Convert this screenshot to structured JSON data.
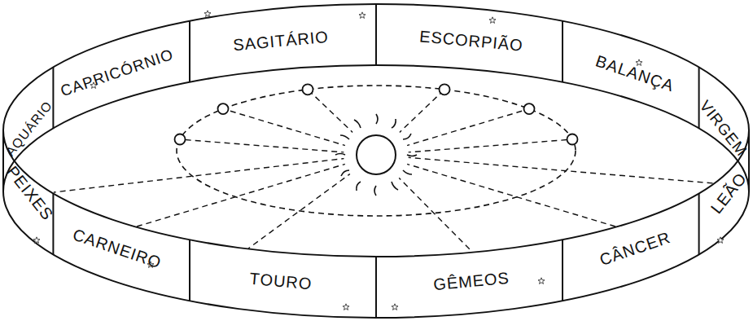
{
  "diagram": {
    "nodes": [
      {
        "text": [
          "AQUÁRIO"
        ]
      },
      {
        "text": [
          "CAPRICÓRNIO"
        ]
      },
      {
        "text": [
          "SAGITÁRIO"
        ]
      },
      {
        "text": [
          "ESCORPIÃO"
        ]
      },
      {
        "text": [
          "BALANÇA"
        ]
      },
      {
        "text": [
          "VIRGEM"
        ]
      },
      {
        "text": [
          "PEIXES"
        ]
      },
      {
        "text": [
          "CARNEIRO"
        ]
      },
      {
        "text": [
          "TOURO"
        ]
      },
      {
        "text": [
          "GÊMEOS"
        ]
      },
      {
        "text": [
          "CÂNCER"
        ]
      },
      {
        "text": [
          "LEÃO"
        ]
      }
    ]
  }
}
